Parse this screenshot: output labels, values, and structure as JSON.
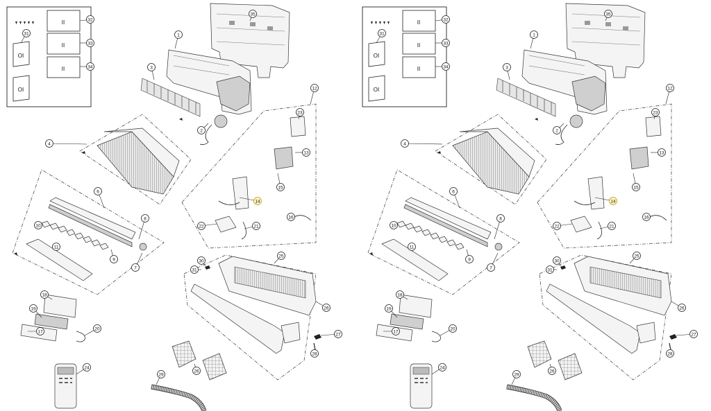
{
  "panels": [
    {
      "id": "left",
      "accessory_cards": [
        {
          "id": "c32",
          "text": "II"
        },
        {
          "id": "c33",
          "text": "II"
        },
        {
          "id": "c34",
          "text": "II"
        }
      ],
      "manuals": [
        {
          "id": "m31",
          "text": "OI"
        },
        {
          "id": "m30",
          "text": "OI"
        }
      ],
      "callouts": [
        "1",
        "2",
        "3",
        "4",
        "6",
        "7",
        "8",
        "9",
        "10",
        "11",
        "12",
        "13",
        "14",
        "15",
        "16",
        "17",
        "18",
        "19",
        "20",
        "21",
        "22",
        "23",
        "24",
        "25",
        "26",
        "26",
        "27",
        "28",
        "29",
        "30",
        "31",
        "31",
        "32",
        "33",
        "34",
        "35"
      ]
    },
    {
      "id": "right",
      "accessory_cards": [
        {
          "id": "c32",
          "text": "II"
        },
        {
          "id": "c33",
          "text": "II"
        },
        {
          "id": "c34",
          "text": "II"
        }
      ],
      "manuals": [
        {
          "id": "m31",
          "text": "OI"
        },
        {
          "id": "m30",
          "text": "OI"
        }
      ],
      "callouts": [
        "1",
        "2",
        "3",
        "4",
        "6",
        "7",
        "8",
        "9",
        "10",
        "11",
        "12",
        "13",
        "14",
        "15",
        "16",
        "17",
        "18",
        "19",
        "20",
        "21",
        "22",
        "23",
        "24",
        "25",
        "26",
        "26",
        "27",
        "28",
        "29",
        "30",
        "31",
        "31",
        "32",
        "33",
        "34",
        "35"
      ]
    }
  ],
  "highlight_callout": "14",
  "colors": {
    "line": "#222222",
    "highlight_fill": "#fff6c8",
    "highlight_stroke": "#b89a00",
    "background": "#ffffff"
  }
}
